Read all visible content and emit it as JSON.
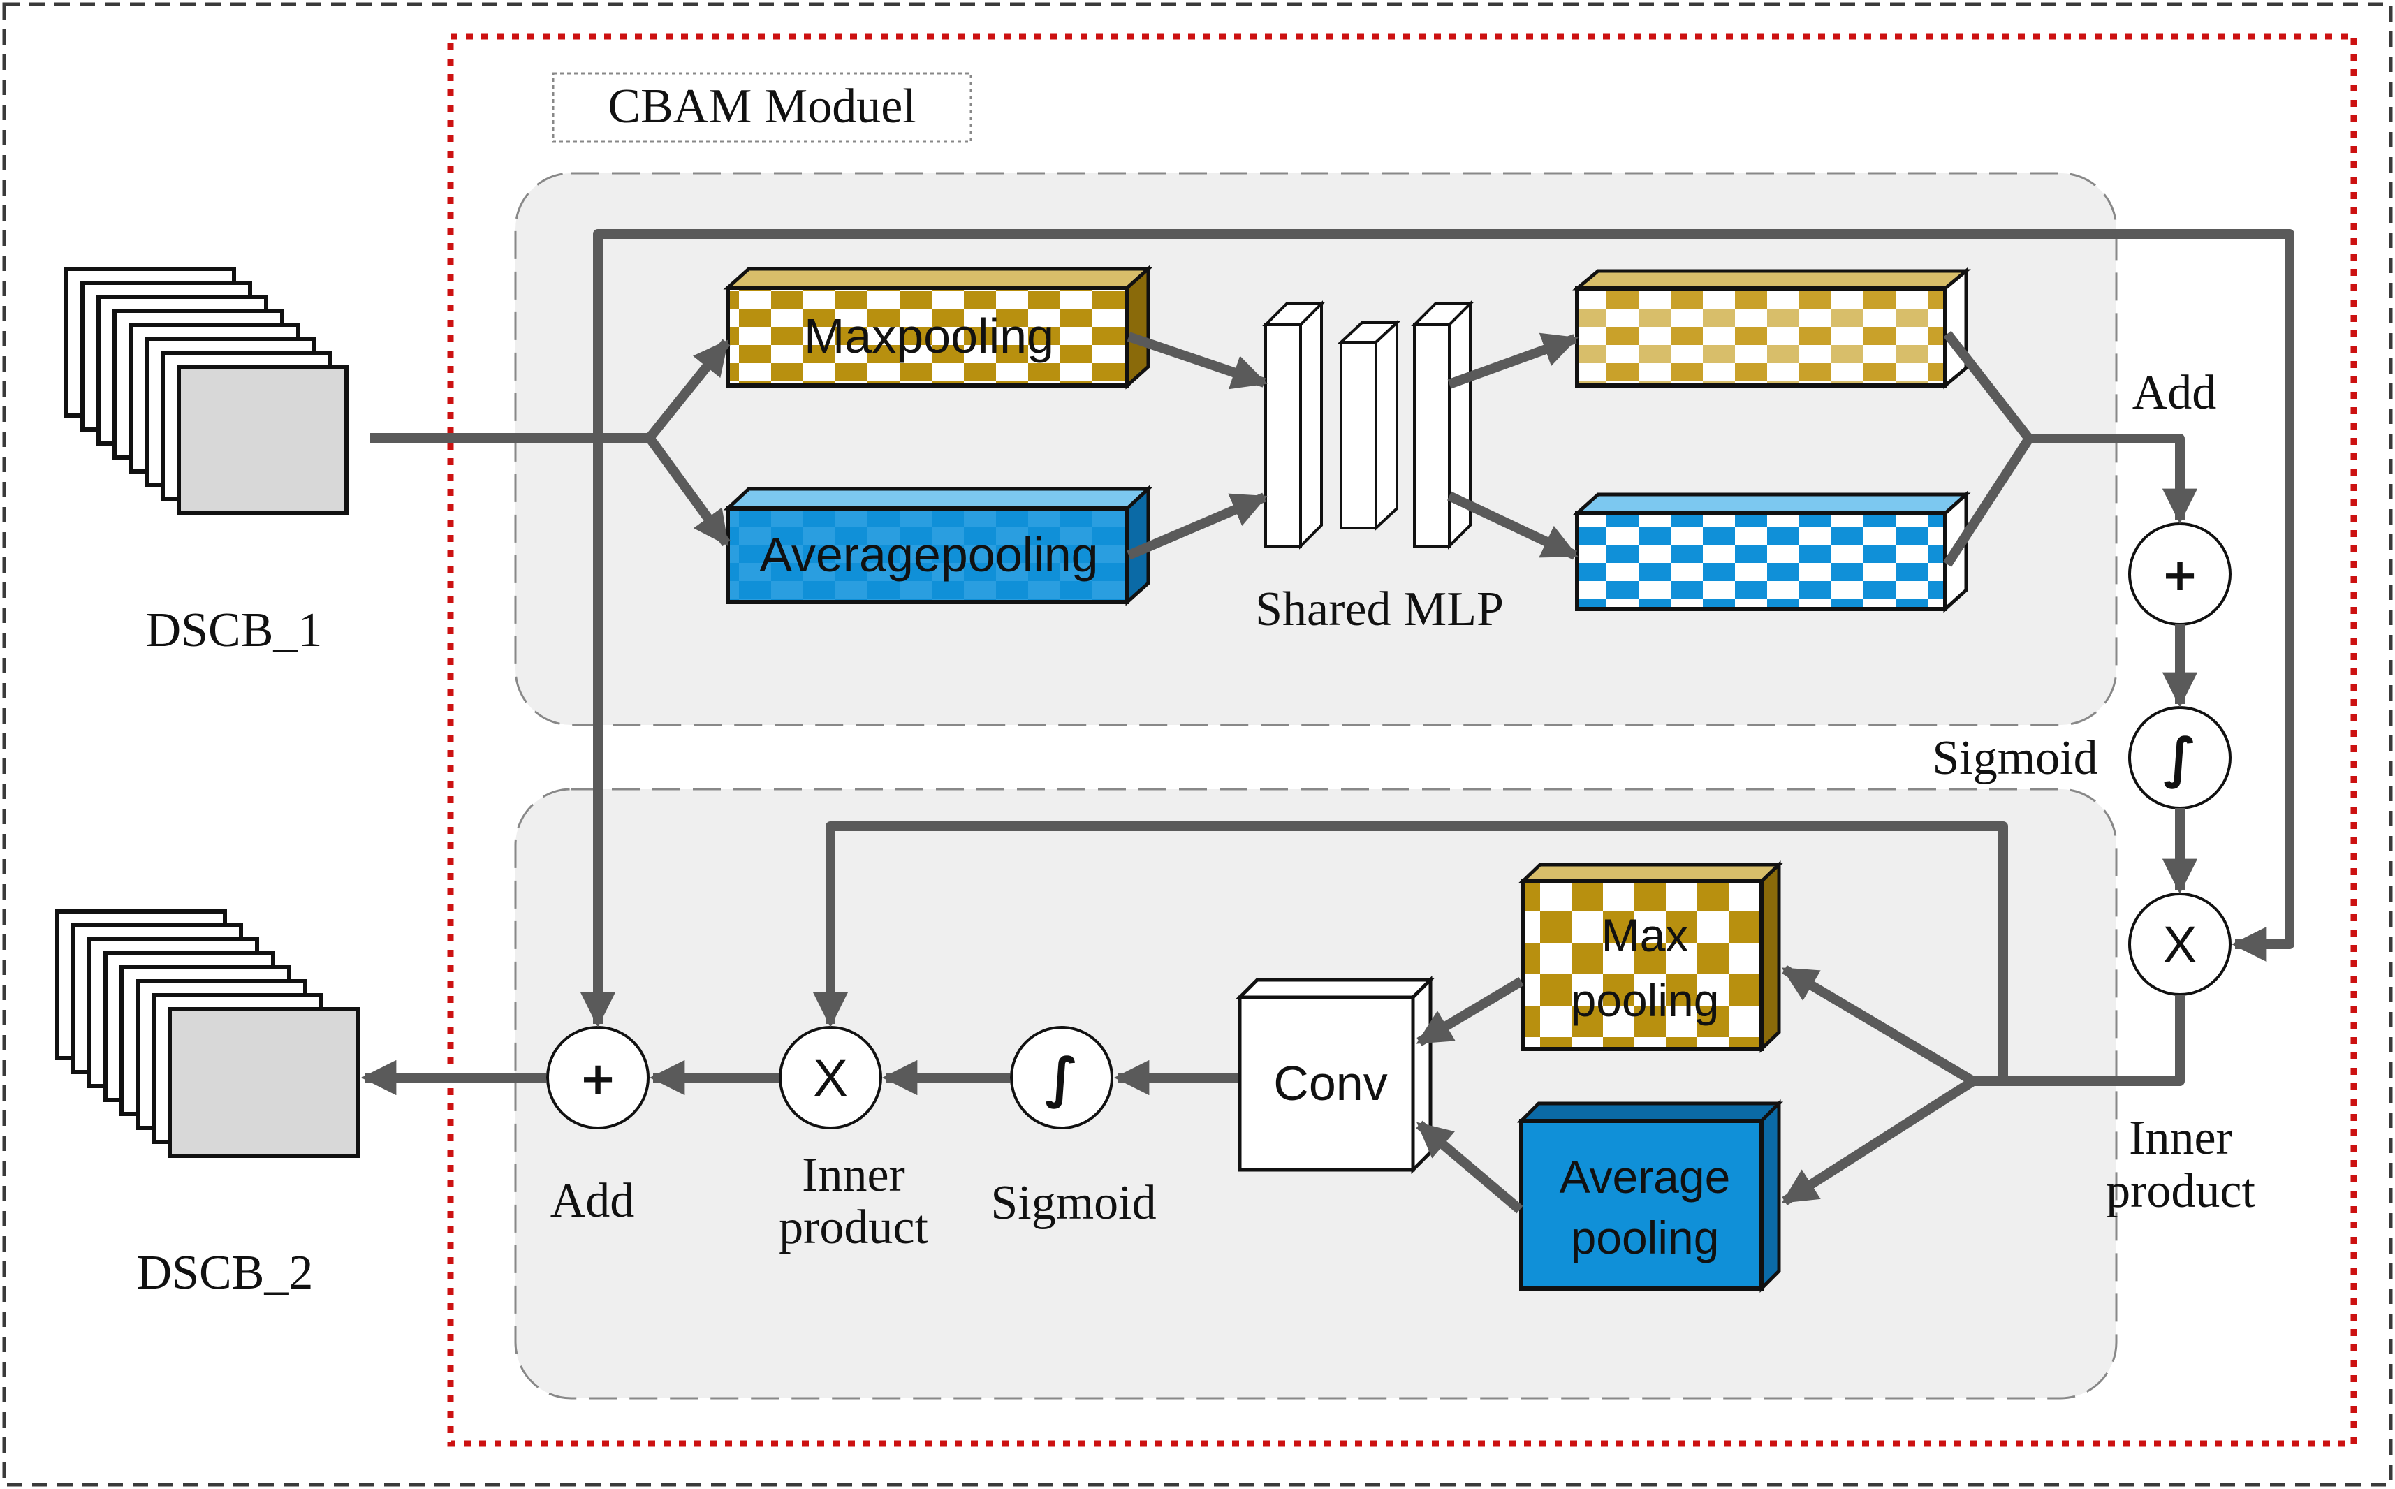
{
  "title": "CBAM Moduel",
  "input_label": "DSCB_1",
  "output_label": "DSCB_2",
  "channel_attention": {
    "maxpool_label": "Maxpooling",
    "avgpool_label": "Averagepooling",
    "mlp_label": "Shared MLP",
    "add_label": "Add",
    "add_symbol": "+",
    "sigmoid_label": "Sigmoid",
    "sigmoid_symbol": "∫",
    "product_symbol": "X",
    "product_label_line1": "Inner",
    "product_label_line2": "product"
  },
  "spatial_attention": {
    "maxpool_label_line1": "Max",
    "maxpool_label_line2": "pooling",
    "avgpool_label_line1": "Average",
    "avgpool_label_line2": "pooling",
    "conv_label": "Conv",
    "sigmoid_symbol": "∫",
    "sigmoid_label": "Sigmoid",
    "product_symbol": "X",
    "product_label_line1": "Inner",
    "product_label_line2": "product",
    "add_symbol": "+",
    "add_label": "Add"
  },
  "colors": {
    "gold": "#B8900F",
    "blue": "#1090D8",
    "arrow": "#5a5a5a",
    "panel": "#efefef",
    "outer_border": "#3a3a3a",
    "module_border": "#cc1111"
  }
}
